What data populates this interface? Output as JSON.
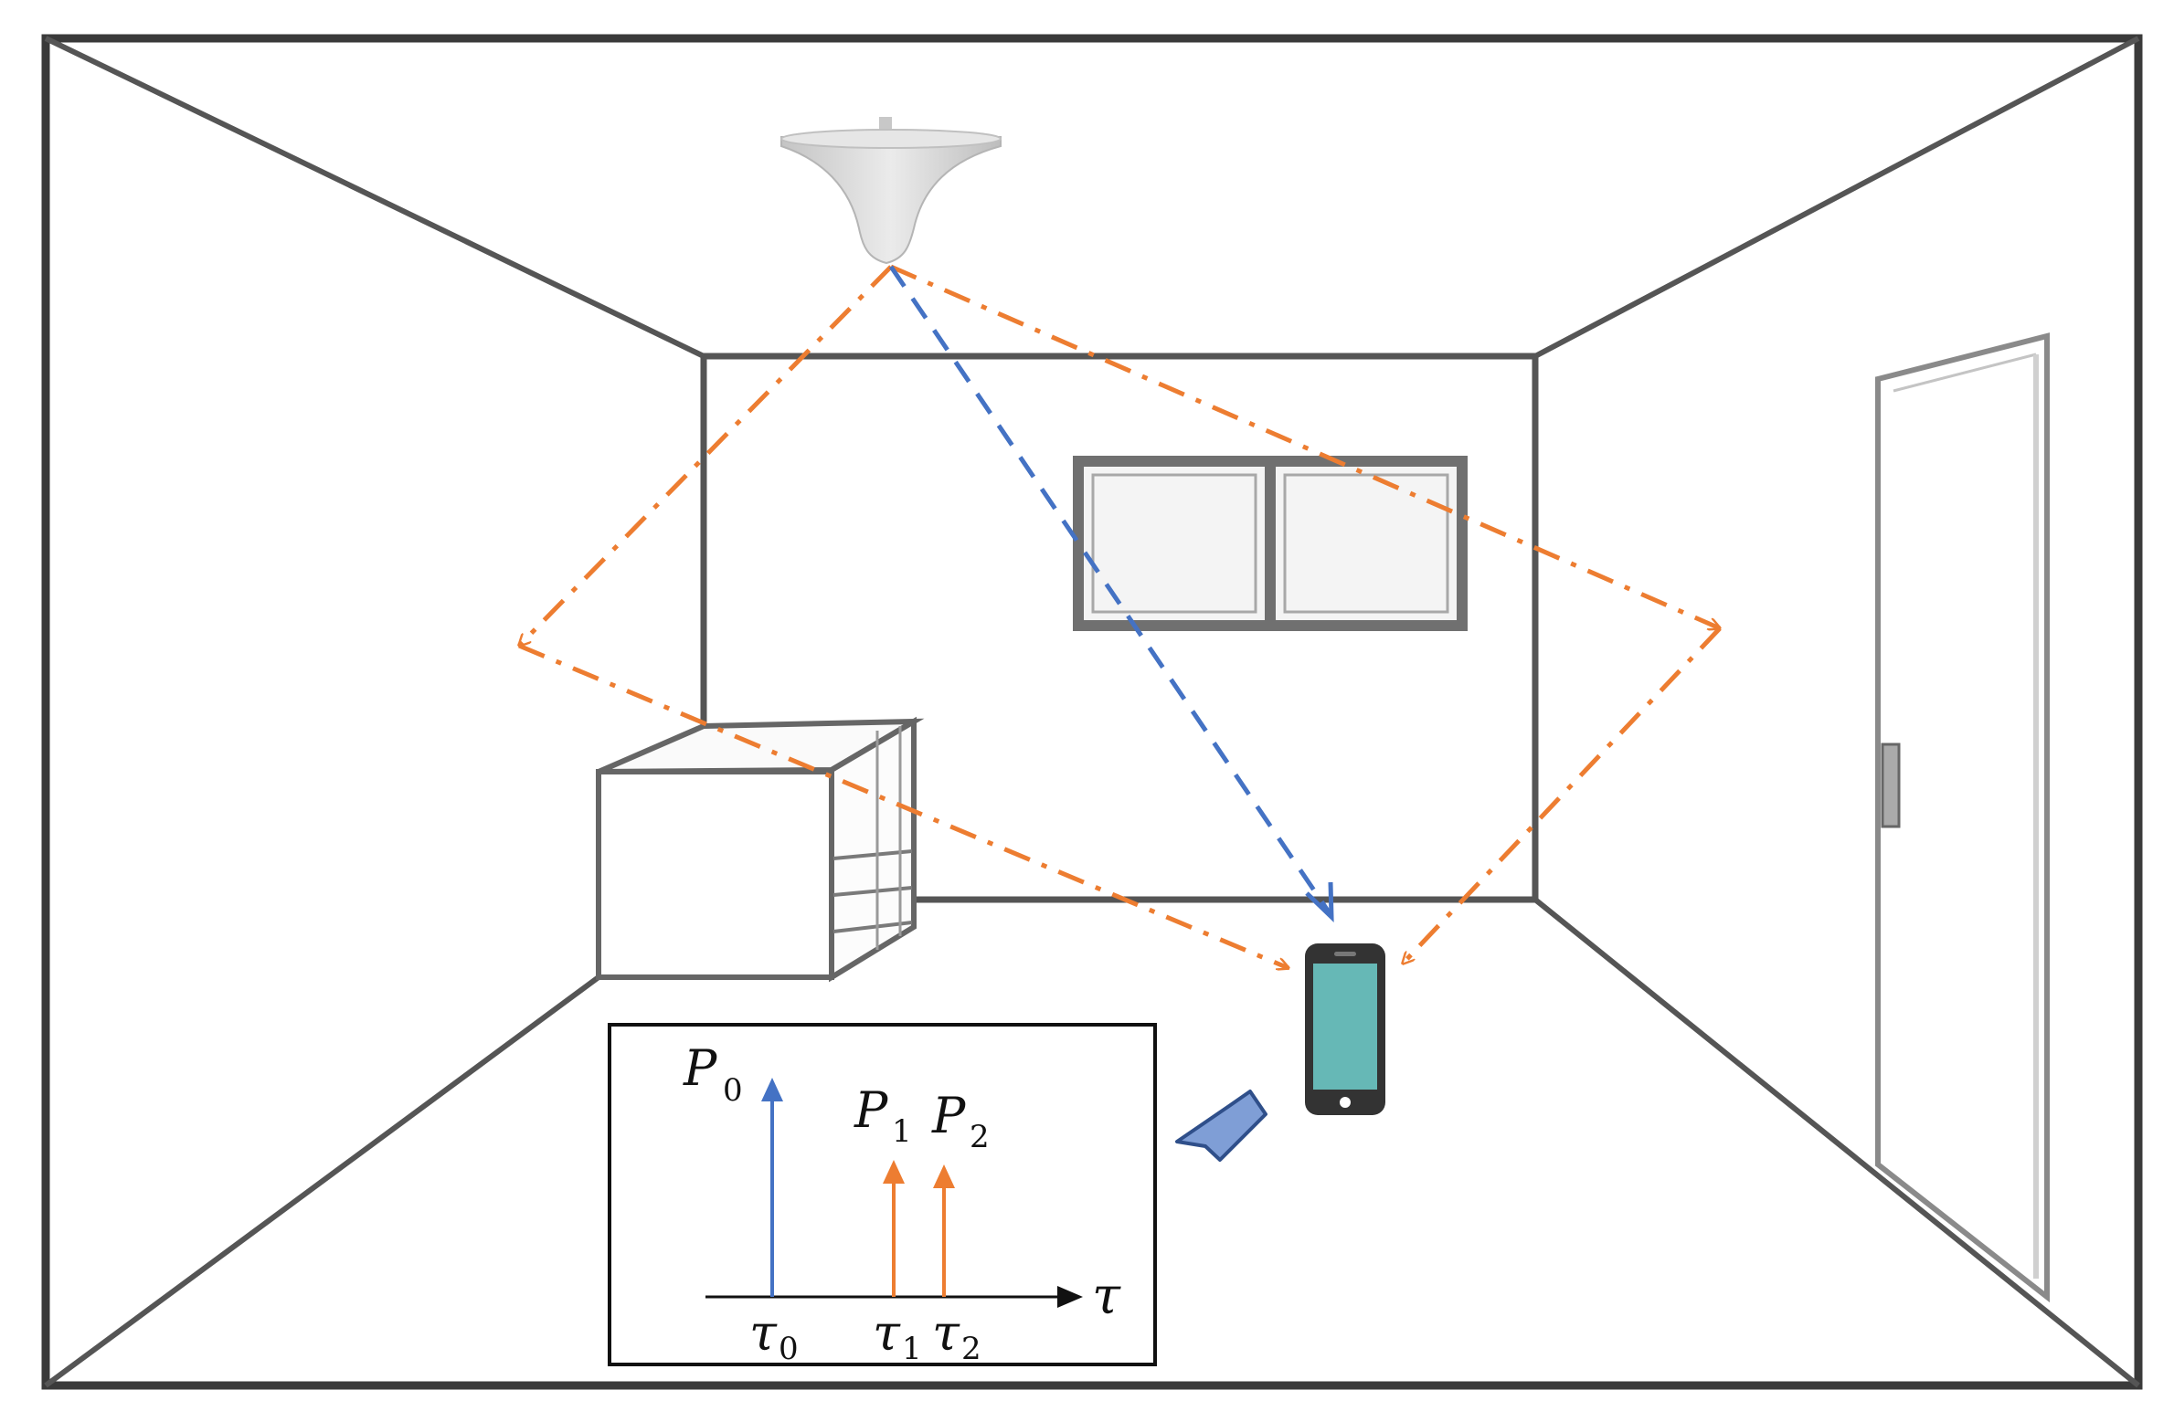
{
  "colors": {
    "direct_path": "#4472c4",
    "reflected_path": "#ed7d31",
    "phone_screen": "#66b8b6",
    "phone_body": "#333333",
    "callout_arrow": "#7f9ed6",
    "antenna": "#d9d9d9"
  },
  "icons": {
    "antenna": "ceiling-antenna-icon",
    "phone": "smartphone-icon",
    "callout": "callout-arrow-icon"
  },
  "inset": {
    "peaks": [
      {
        "label": "P",
        "subscript": "0",
        "delay_label": "τ",
        "delay_subscript": "0",
        "path": "direct"
      },
      {
        "label": "P",
        "subscript": "1",
        "delay_label": "τ",
        "delay_subscript": "1",
        "path": "reflected"
      },
      {
        "label": "P",
        "subscript": "2",
        "delay_label": "τ",
        "delay_subscript": "2",
        "path": "reflected"
      }
    ],
    "axis_label": "τ"
  }
}
